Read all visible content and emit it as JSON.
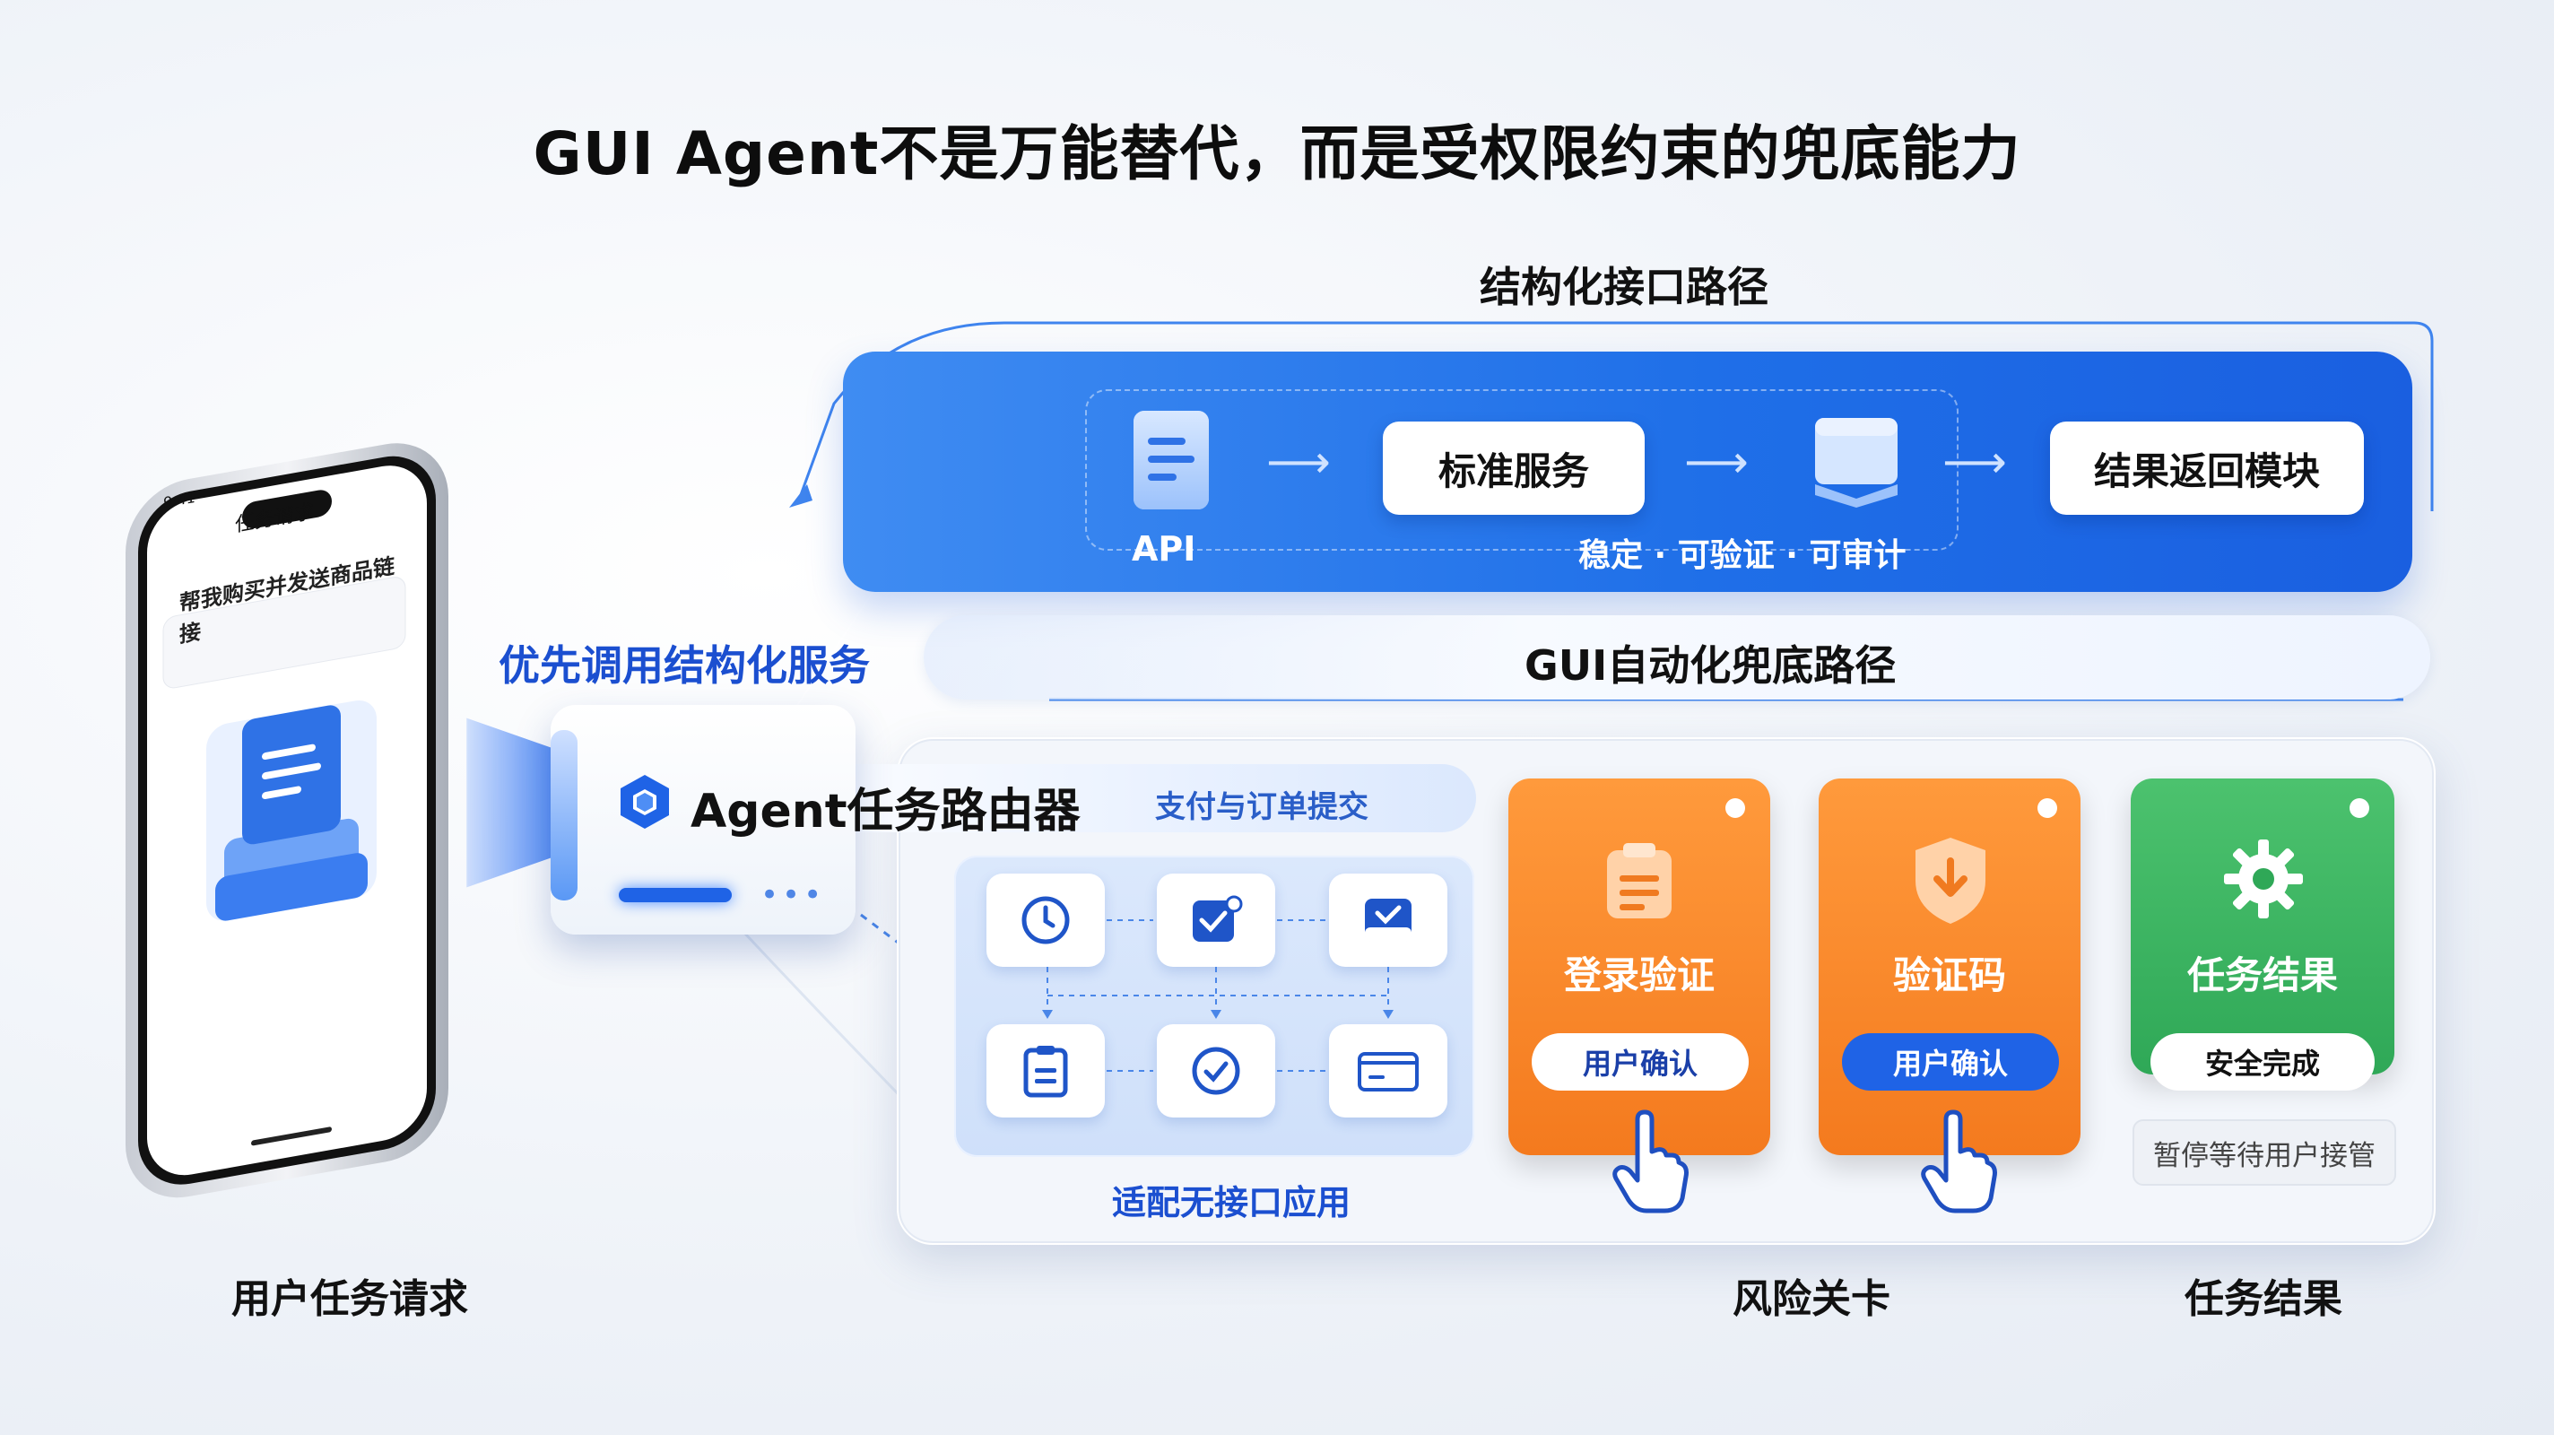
{
  "title": "GUI Agent不是万能替代，而是受权限约束的兜底能力",
  "structured": {
    "label": "结构化接口路径",
    "api_label": "API",
    "standard_service": "标准服务",
    "result_module": "结果返回模块",
    "properties": "稳定 · 可验证 · 可审计"
  },
  "gui_path": {
    "label": "GUI自动化兜底路径"
  },
  "prefer_label": "优先调用结构化服务",
  "router": {
    "title": "Agent任务路由器",
    "task": "支付与订单提交"
  },
  "adapt_label": "适配无接口应用",
  "cards": [
    {
      "title": "登录验证",
      "button": "用户确认"
    },
    {
      "title": "验证码",
      "button": "用户确认"
    },
    {
      "title": "任务结果",
      "button": "安全完成",
      "note": "暂停等待用户接管"
    }
  ],
  "phone": {
    "time": "9:41",
    "header": "任务请求",
    "request": "帮我购买并发送商品链接"
  },
  "captions": {
    "user_request": "用户任务请求",
    "risk_checkpoint": "风险关卡",
    "task_result": "任务结果"
  },
  "colors": {
    "blue": "#1f6fe8",
    "orange": "#f47a1e",
    "green": "#2fa857"
  }
}
